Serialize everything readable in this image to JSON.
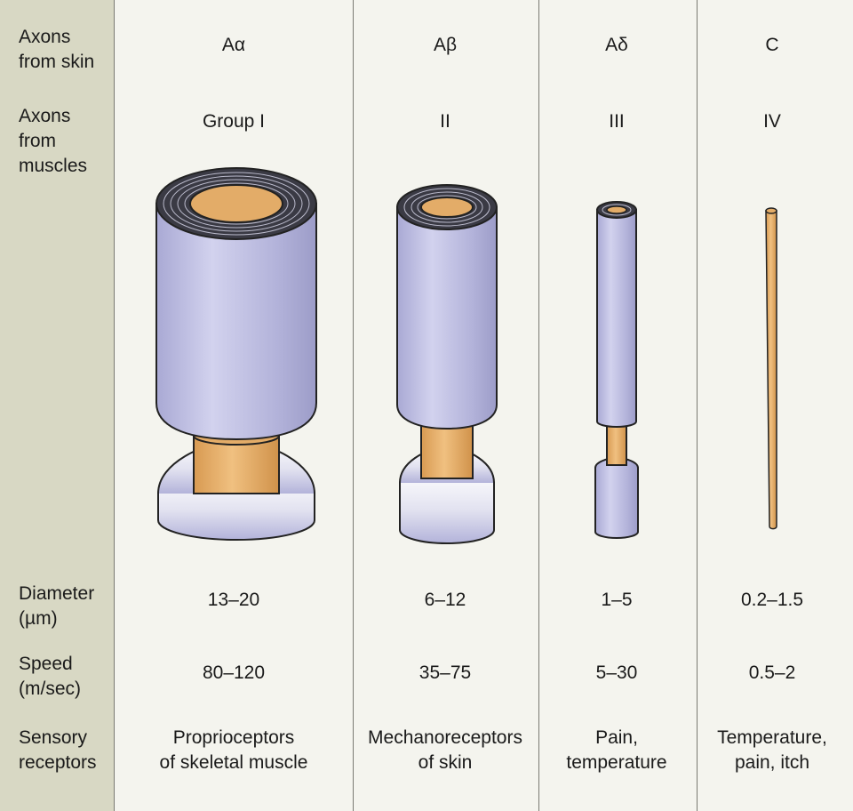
{
  "row_labels": {
    "skin": "Axons\nfrom skin",
    "muscles": "Axons\nfrom\nmuscles",
    "diameter": "Diameter\n(µm)",
    "speed": "Speed\n(m/sec)",
    "receptors": "Sensory\nreceptors"
  },
  "columns": [
    {
      "skin": "Aα",
      "muscle": "Group I",
      "diameter": "13–20",
      "speed": "80–120",
      "receptors": "Proprioceptors\nof skeletal muscle"
    },
    {
      "skin": "Aβ",
      "muscle": "II",
      "diameter": "6–12",
      "speed": "35–75",
      "receptors": "Mechanoreceptors\nof skin"
    },
    {
      "skin": "Aδ",
      "muscle": "III",
      "diameter": "1–5",
      "speed": "5–30",
      "receptors": "Pain,\ntemperature"
    },
    {
      "skin": "C",
      "muscle": "IV",
      "diameter": "0.2–1.5",
      "speed": "0.5–2",
      "receptors": "Temperature,\npain, itch"
    }
  ],
  "colors": {
    "background": "#f4f4ee",
    "label_column": "#d8d8c4",
    "myelin": "#b9b9dc",
    "axon": "#e3ac68",
    "outline": "#222222"
  }
}
